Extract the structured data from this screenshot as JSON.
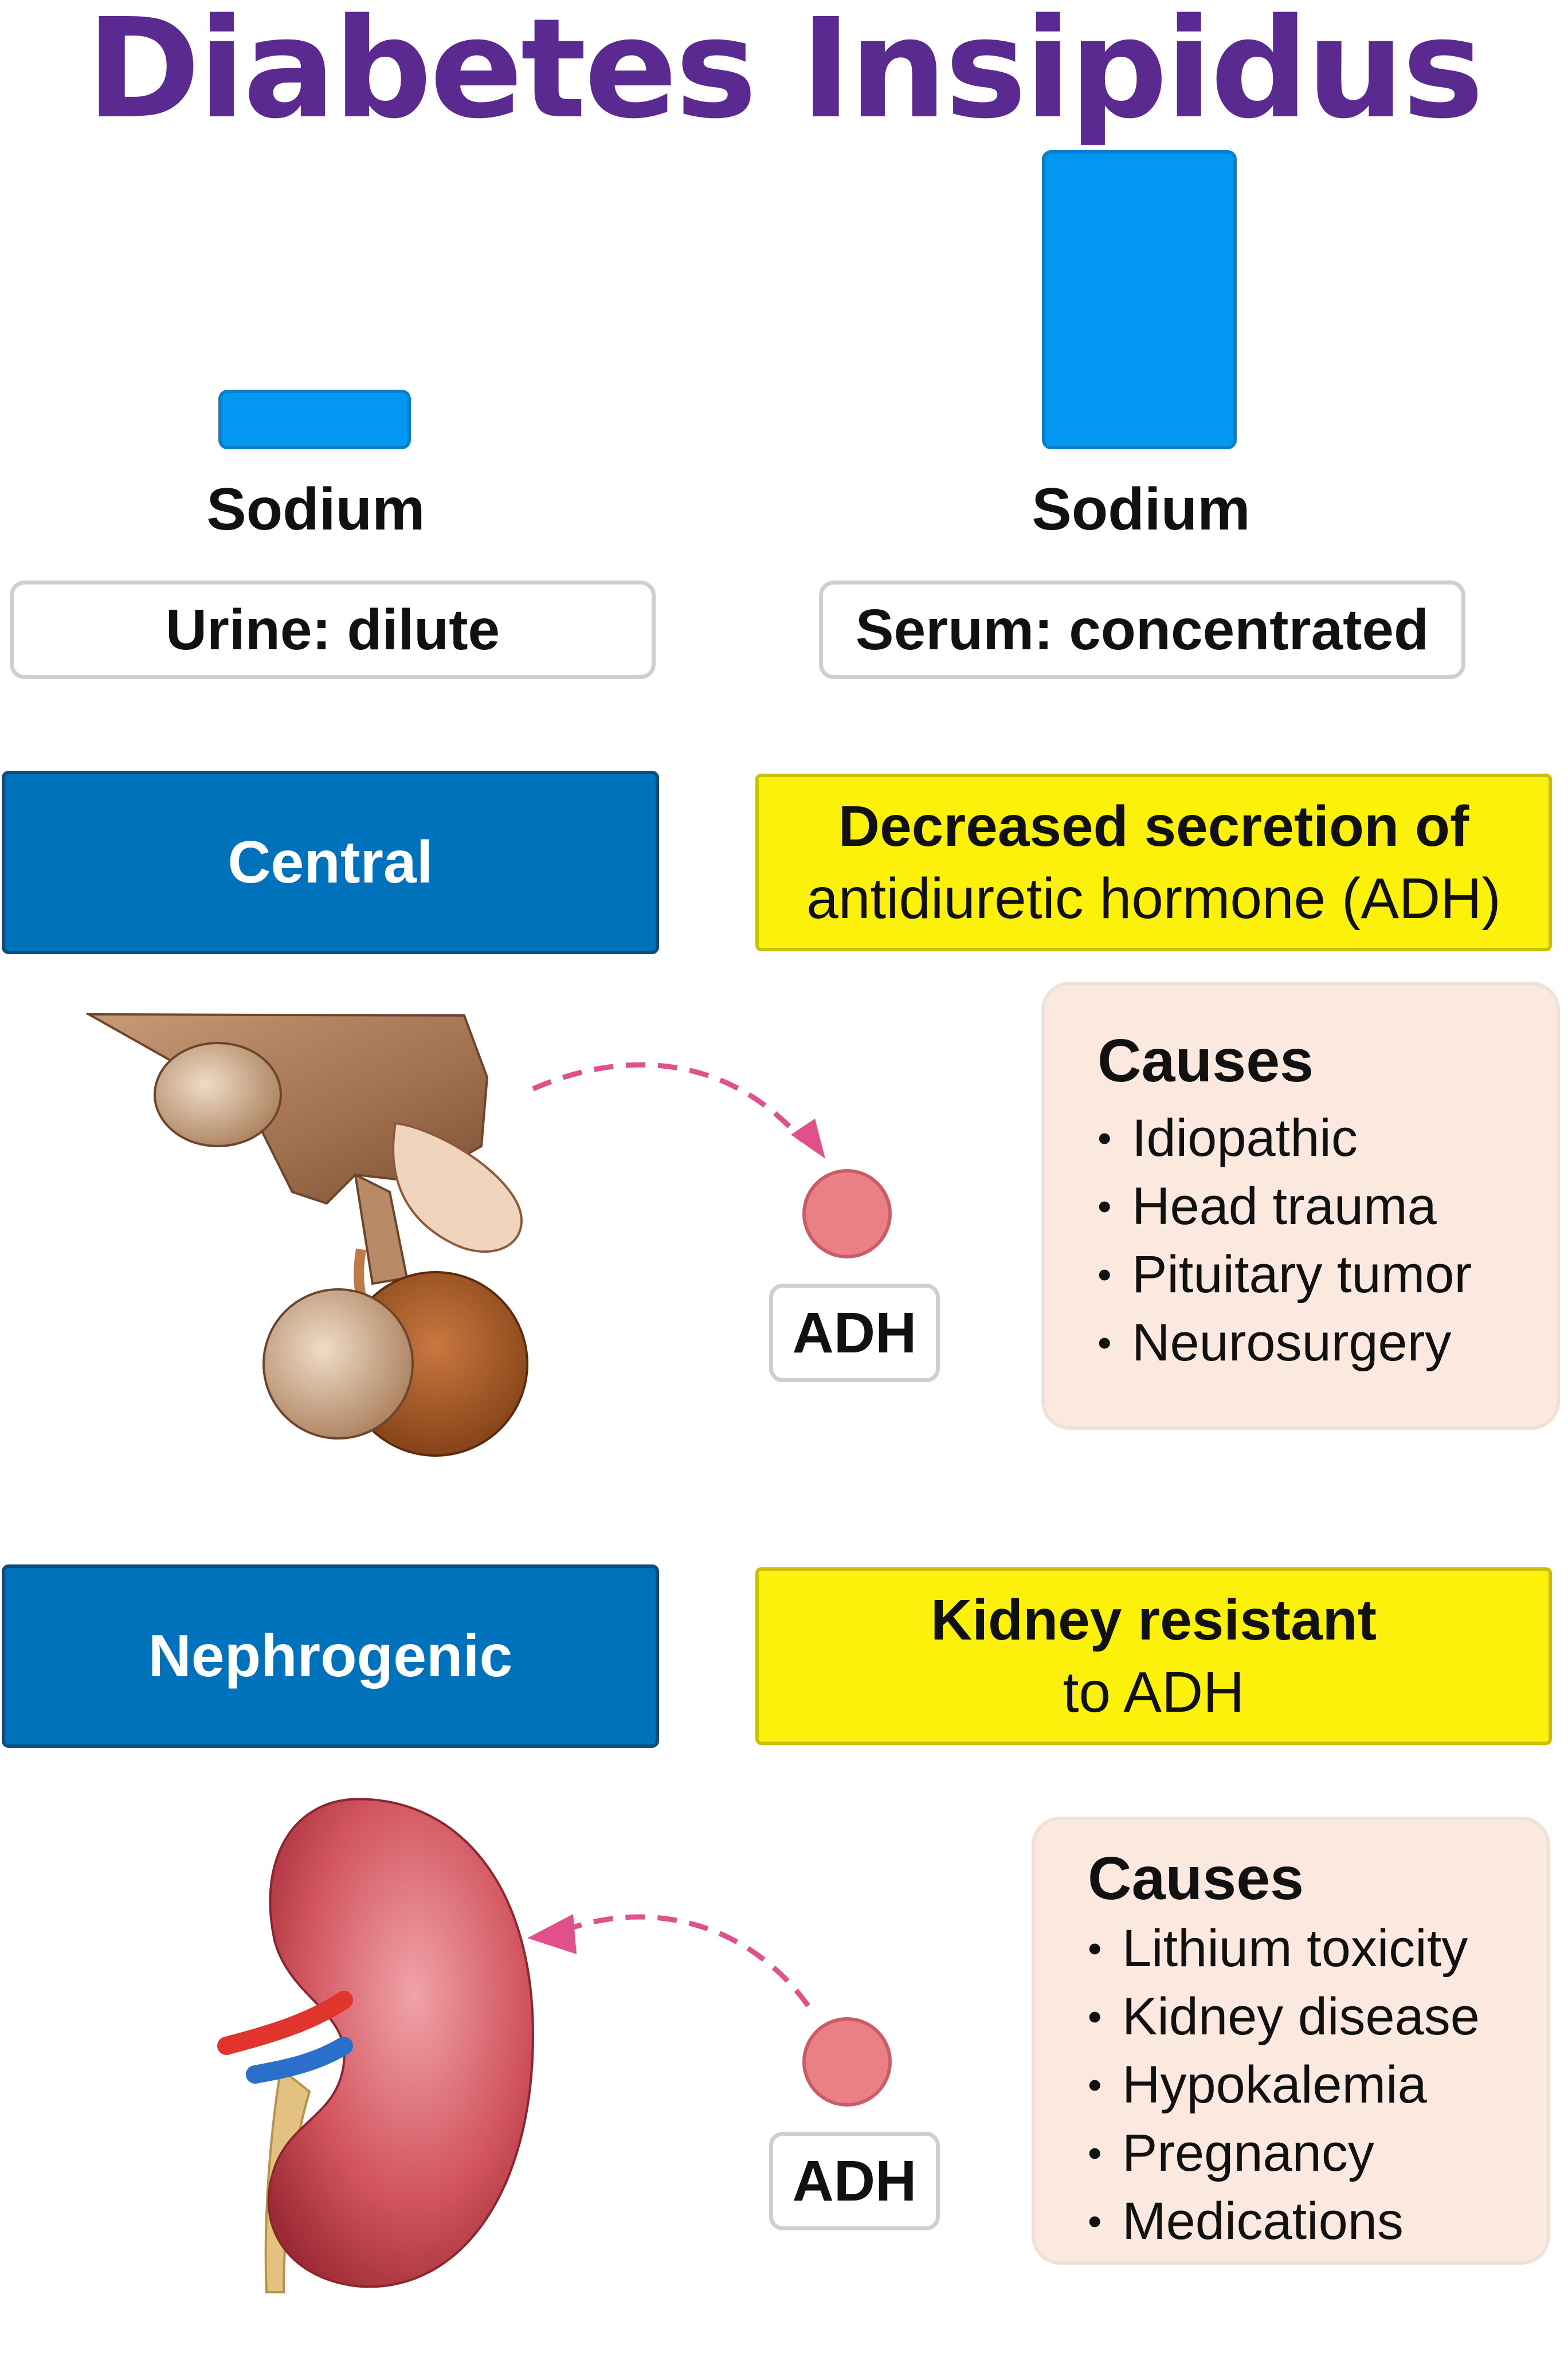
{
  "title": "Diabetes Insipidus",
  "sodium": {
    "urine": {
      "label": "Sodium",
      "box": "Urine: dilute",
      "level": "low"
    },
    "serum": {
      "label": "Sodium",
      "box": "Serum: concentrated",
      "level": "high"
    }
  },
  "central": {
    "type_label": "Central",
    "mechanism_line1": "Decreased secretion of",
    "mechanism_line2": "antidiuretic hormone (ADH)",
    "adh_label": "ADH",
    "causes_title": "Causes",
    "causes": [
      "Idiopathic",
      "Head trauma",
      "Pituitary tumor",
      "Neurosurgery"
    ]
  },
  "nephrogenic": {
    "type_label": "Nephrogenic",
    "mechanism_line1": "Kidney resistant",
    "mechanism_line2": "to ADH",
    "adh_label": "ADH",
    "causes_title": "Causes",
    "causes": [
      "Lithium toxicity",
      "Kidney disease",
      "Hypokalemia",
      "Pregnancy",
      "Medications"
    ]
  },
  "colors": {
    "title": "#5b2a91",
    "sodium_bar": "#0497f2",
    "type_box": "#0072bb",
    "mechanism_box": "#fbf10a",
    "causes_box": "#fbe9e0",
    "adh": "#e98086",
    "arrow": "#e0508a"
  }
}
